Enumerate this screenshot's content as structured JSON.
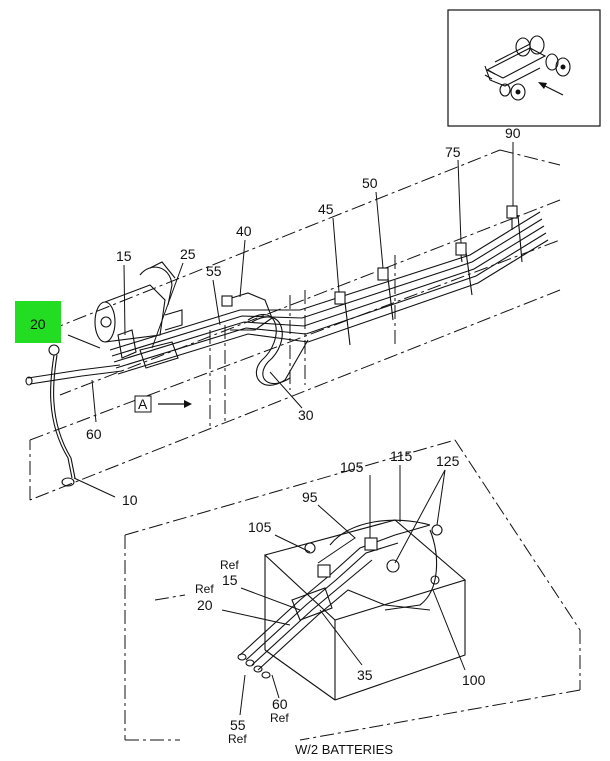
{
  "diagram": {
    "highlight_color": "#22dd22",
    "callouts": {
      "c90": "90",
      "c75": "75",
      "c50": "50",
      "c45": "45",
      "c40": "40",
      "c55": "55",
      "c25": "25",
      "c15": "15",
      "c20": "20",
      "c60": "60",
      "c30": "30",
      "c10": "10",
      "c105a": "105",
      "c115": "115",
      "c125": "125",
      "c95": "95",
      "c105b": "105",
      "ref15_ref": "Ref",
      "ref15_num": "15",
      "ref20_ref": "Ref",
      "ref20_num": "20",
      "c35": "35",
      "c100": "100",
      "ref60_num": "60",
      "ref60_ref": "Ref",
      "ref55_num": "55",
      "ref55_ref": "Ref"
    },
    "view_marker": "A",
    "caption": "W/2 BATTERIES"
  }
}
